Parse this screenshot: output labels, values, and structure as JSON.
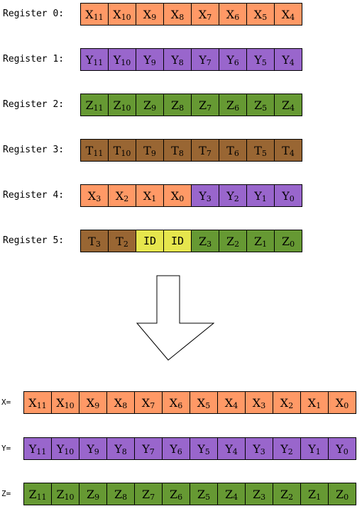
{
  "colors": {
    "X": "#ff9966",
    "Y": "#9966cc",
    "Z": "#669933",
    "T": "#996633",
    "ID": "#e6e64d"
  },
  "registers": [
    {
      "label": "Register 0:",
      "cells": [
        {
          "base": "X",
          "sub": "11",
          "c": "X"
        },
        {
          "base": "X",
          "sub": "10",
          "c": "X"
        },
        {
          "base": "X",
          "sub": "9",
          "c": "X"
        },
        {
          "base": "X",
          "sub": "8",
          "c": "X"
        },
        {
          "base": "X",
          "sub": "7",
          "c": "X"
        },
        {
          "base": "X",
          "sub": "6",
          "c": "X"
        },
        {
          "base": "X",
          "sub": "5",
          "c": "X"
        },
        {
          "base": "X",
          "sub": "4",
          "c": "X"
        }
      ]
    },
    {
      "label": "Register 1:",
      "cells": [
        {
          "base": "Y",
          "sub": "11",
          "c": "Y"
        },
        {
          "base": "Y",
          "sub": "10",
          "c": "Y"
        },
        {
          "base": "Y",
          "sub": "9",
          "c": "Y"
        },
        {
          "base": "Y",
          "sub": "8",
          "c": "Y"
        },
        {
          "base": "Y",
          "sub": "7",
          "c": "Y"
        },
        {
          "base": "Y",
          "sub": "6",
          "c": "Y"
        },
        {
          "base": "Y",
          "sub": "5",
          "c": "Y"
        },
        {
          "base": "Y",
          "sub": "4",
          "c": "Y"
        }
      ]
    },
    {
      "label": "Register 2:",
      "cells": [
        {
          "base": "Z",
          "sub": "11",
          "c": "Z"
        },
        {
          "base": "Z",
          "sub": "10",
          "c": "Z"
        },
        {
          "base": "Z",
          "sub": "9",
          "c": "Z"
        },
        {
          "base": "Z",
          "sub": "8",
          "c": "Z"
        },
        {
          "base": "Z",
          "sub": "7",
          "c": "Z"
        },
        {
          "base": "Z",
          "sub": "6",
          "c": "Z"
        },
        {
          "base": "Z",
          "sub": "5",
          "c": "Z"
        },
        {
          "base": "Z",
          "sub": "4",
          "c": "Z"
        }
      ]
    },
    {
      "label": "Register 3:",
      "cells": [
        {
          "base": "T",
          "sub": "11",
          "c": "T"
        },
        {
          "base": "T",
          "sub": "10",
          "c": "T"
        },
        {
          "base": "T",
          "sub": "9",
          "c": "T"
        },
        {
          "base": "T",
          "sub": "8",
          "c": "T"
        },
        {
          "base": "T",
          "sub": "7",
          "c": "T"
        },
        {
          "base": "T",
          "sub": "6",
          "c": "T"
        },
        {
          "base": "T",
          "sub": "5",
          "c": "T"
        },
        {
          "base": "T",
          "sub": "4",
          "c": "T"
        }
      ]
    },
    {
      "label": "Register 4:",
      "cells": [
        {
          "base": "X",
          "sub": "3",
          "c": "X"
        },
        {
          "base": "X",
          "sub": "2",
          "c": "X"
        },
        {
          "base": "X",
          "sub": "1",
          "c": "X"
        },
        {
          "base": "X",
          "sub": "0",
          "c": "X"
        },
        {
          "base": "Y",
          "sub": "3",
          "c": "Y"
        },
        {
          "base": "Y",
          "sub": "2",
          "c": "Y"
        },
        {
          "base": "Y",
          "sub": "1",
          "c": "Y"
        },
        {
          "base": "Y",
          "sub": "0",
          "c": "Y"
        }
      ]
    },
    {
      "label": "Register 5:",
      "cells": [
        {
          "base": "T",
          "sub": "3",
          "c": "T"
        },
        {
          "base": "T",
          "sub": "2",
          "c": "T"
        },
        {
          "base": "ID",
          "sub": "",
          "c": "ID"
        },
        {
          "base": "ID",
          "sub": "",
          "c": "ID"
        },
        {
          "base": "Z",
          "sub": "3",
          "c": "Z"
        },
        {
          "base": "Z",
          "sub": "2",
          "c": "Z"
        },
        {
          "base": "Z",
          "sub": "1",
          "c": "Z"
        },
        {
          "base": "Z",
          "sub": "0",
          "c": "Z"
        }
      ]
    }
  ],
  "outputs": [
    {
      "label": "X=",
      "cells": [
        {
          "base": "X",
          "sub": "11",
          "c": "X"
        },
        {
          "base": "X",
          "sub": "10",
          "c": "X"
        },
        {
          "base": "X",
          "sub": "9",
          "c": "X"
        },
        {
          "base": "X",
          "sub": "8",
          "c": "X"
        },
        {
          "base": "X",
          "sub": "7",
          "c": "X"
        },
        {
          "base": "X",
          "sub": "6",
          "c": "X"
        },
        {
          "base": "X",
          "sub": "5",
          "c": "X"
        },
        {
          "base": "X",
          "sub": "4",
          "c": "X"
        },
        {
          "base": "X",
          "sub": "3",
          "c": "X"
        },
        {
          "base": "X",
          "sub": "2",
          "c": "X"
        },
        {
          "base": "X",
          "sub": "1",
          "c": "X"
        },
        {
          "base": "X",
          "sub": "0",
          "c": "X"
        }
      ]
    },
    {
      "label": "Y=",
      "cells": [
        {
          "base": "Y",
          "sub": "11",
          "c": "Y"
        },
        {
          "base": "Y",
          "sub": "10",
          "c": "Y"
        },
        {
          "base": "Y",
          "sub": "9",
          "c": "Y"
        },
        {
          "base": "Y",
          "sub": "8",
          "c": "Y"
        },
        {
          "base": "Y",
          "sub": "7",
          "c": "Y"
        },
        {
          "base": "Y",
          "sub": "6",
          "c": "Y"
        },
        {
          "base": "Y",
          "sub": "5",
          "c": "Y"
        },
        {
          "base": "Y",
          "sub": "4",
          "c": "Y"
        },
        {
          "base": "Y",
          "sub": "3",
          "c": "Y"
        },
        {
          "base": "Y",
          "sub": "2",
          "c": "Y"
        },
        {
          "base": "Y",
          "sub": "1",
          "c": "Y"
        },
        {
          "base": "Y",
          "sub": "0",
          "c": "Y"
        }
      ]
    },
    {
      "label": "Z=",
      "cells": [
        {
          "base": "Z",
          "sub": "11",
          "c": "Z"
        },
        {
          "base": "Z",
          "sub": "10",
          "c": "Z"
        },
        {
          "base": "Z",
          "sub": "9",
          "c": "Z"
        },
        {
          "base": "Z",
          "sub": "8",
          "c": "Z"
        },
        {
          "base": "Z",
          "sub": "7",
          "c": "Z"
        },
        {
          "base": "Z",
          "sub": "6",
          "c": "Z"
        },
        {
          "base": "Z",
          "sub": "5",
          "c": "Z"
        },
        {
          "base": "Z",
          "sub": "4",
          "c": "Z"
        },
        {
          "base": "Z",
          "sub": "3",
          "c": "Z"
        },
        {
          "base": "Z",
          "sub": "2",
          "c": "Z"
        },
        {
          "base": "Z",
          "sub": "1",
          "c": "Z"
        },
        {
          "base": "Z",
          "sub": "0",
          "c": "Z"
        }
      ]
    }
  ]
}
